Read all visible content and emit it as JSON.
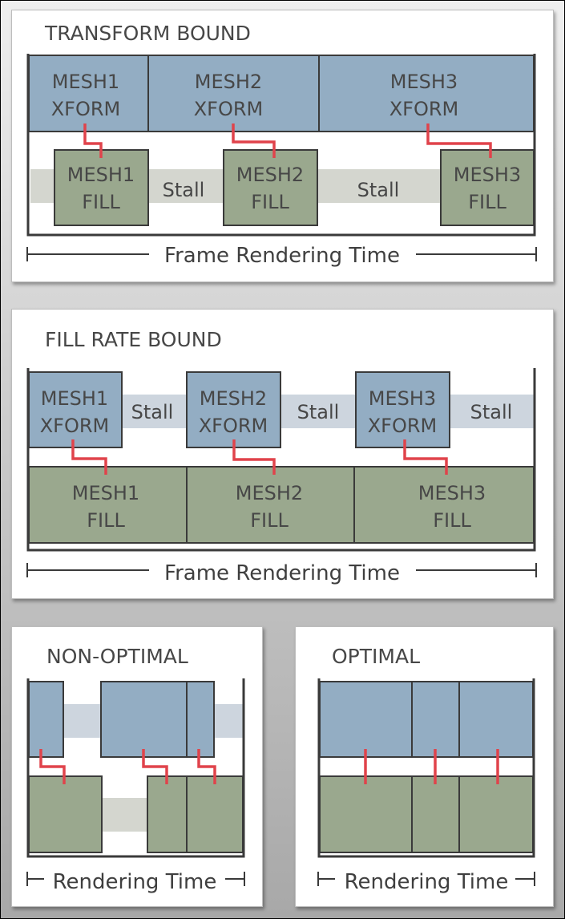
{
  "panels": {
    "transform_bound": {
      "title": "TRANSFORM BOUND",
      "xform_blocks": [
        {
          "line1": "MESH1",
          "line2": "XFORM"
        },
        {
          "line1": "MESH2",
          "line2": "XFORM"
        },
        {
          "line1": "MESH3",
          "line2": "XFORM"
        }
      ],
      "fill_blocks": [
        {
          "line1": "MESH1",
          "line2": "FILL"
        },
        {
          "line1": "MESH2",
          "line2": "FILL"
        },
        {
          "line1": "MESH3",
          "line2": "FILL"
        }
      ],
      "stall_labels": [
        "Stall",
        "Stall"
      ],
      "axis_label": "Frame Rendering Time"
    },
    "fill_rate_bound": {
      "title": "FILL RATE BOUND",
      "xform_blocks": [
        {
          "line1": "MESH1",
          "line2": "XFORM"
        },
        {
          "line1": "MESH2",
          "line2": "XFORM"
        },
        {
          "line1": "MESH3",
          "line2": "XFORM"
        }
      ],
      "fill_blocks": [
        {
          "line1": "MESH1",
          "line2": "FILL"
        },
        {
          "line1": "MESH2",
          "line2": "FILL"
        },
        {
          "line1": "MESH3",
          "line2": "FILL"
        }
      ],
      "stall_labels": [
        "Stall",
        "Stall",
        "Stall"
      ],
      "axis_label": "Frame Rendering Time"
    },
    "non_optimal": {
      "title": "NON-OPTIMAL",
      "axis_label": "Rendering Time"
    },
    "optimal": {
      "title": "OPTIMAL",
      "axis_label": "Rendering Time"
    }
  },
  "colors": {
    "xform_block": "#93adc3",
    "fill_block": "#9aa88e",
    "stall_band_blue": "#cdd5de",
    "stall_band_green": "#d4d6cf",
    "dependency_line": "#e0434b",
    "outline": "#3a3a3a"
  }
}
